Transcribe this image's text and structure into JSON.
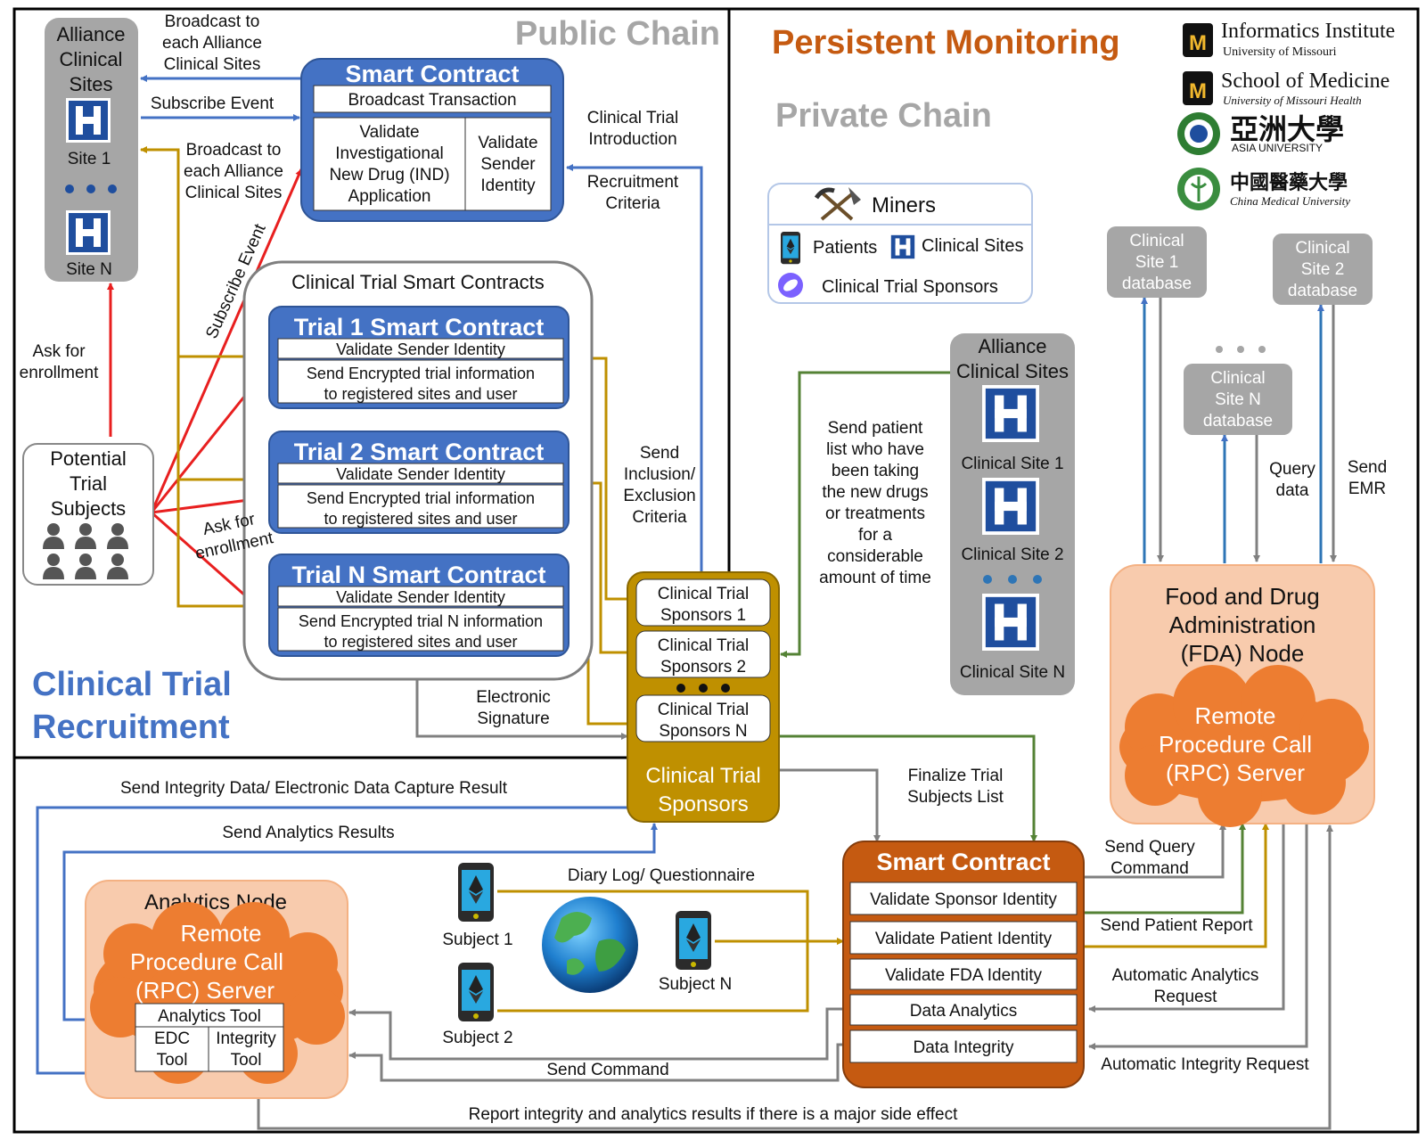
{
  "colors": {
    "blue": "#4472C4",
    "blue_dark": "#2F5597",
    "orange_title": "#C55A11",
    "red": "#E81F1F",
    "gold": "#BF9000",
    "green": "#548235",
    "grey_arrow": "#808080",
    "grey_box": "#A6A6A6",
    "salmon": "#F8CBAD",
    "orange_cloud": "#ED7D31",
    "smart_contract_orange": "#C55A11"
  },
  "regions": {
    "public_chain": "Public Chain",
    "persistent_monitoring": "Persistent Monitoring",
    "private_chain": "Private Chain",
    "recruitment_l1": "Clinical Trial",
    "recruitment_l2": "Recruitment"
  },
  "logos": {
    "mu_informatics": "Informatics Institute",
    "mu_informatics_sub": "University of Missouri",
    "mu_medicine": "School of Medicine",
    "mu_medicine_sub": "University of Missouri Health",
    "asia_cn": "亞洲大學",
    "asia_en": "ASIA UNIVERSITY",
    "cmu_cn": "中國醫藥大學",
    "cmu_en": "China Medical University"
  },
  "alliance_left": {
    "title": [
      "Alliance",
      "Clinical",
      "Sites"
    ],
    "site1": "Site 1",
    "siten": "Site N"
  },
  "potential": {
    "title": [
      "Potential",
      "Trial",
      "Subjects"
    ]
  },
  "smart_contract_top": {
    "title": "Smart Contract",
    "broadcast": "Broadcast Transaction",
    "validate_ind": [
      "Validate",
      "Investigational",
      "New Drug (IND)",
      "Application"
    ],
    "validate_sender": [
      "Validate",
      "Sender",
      "Identity"
    ]
  },
  "ct_contracts": {
    "title": "Clinical Trial Smart Contracts",
    "trials": [
      {
        "title": "Trial 1 Smart Contract",
        "validate": "Validate Sender Identity",
        "send": [
          "Send Encrypted trial information",
          "to registered sites and user"
        ]
      },
      {
        "title": "Trial 2 Smart Contract",
        "validate": "Validate Sender Identity",
        "send": [
          "Send Encrypted trial information",
          "to registered sites and user"
        ]
      },
      {
        "title": "Trial N Smart Contract",
        "validate": "Validate Sender Identity",
        "send": [
          "Send Encrypted trial N information",
          "to registered sites and user"
        ]
      }
    ]
  },
  "sponsors": {
    "items": [
      [
        "Clinical Trial",
        "Sponsors 1"
      ],
      [
        "Clinical Trial",
        "Sponsors 2"
      ],
      [
        "Clinical Trial",
        "Sponsors N"
      ]
    ],
    "title": [
      "Clinical Trial",
      "Sponsors"
    ]
  },
  "legend": {
    "miners": "Miners",
    "patients": "Patients",
    "clinical_sites": "Clinical Sites",
    "sponsors": "Clinical Trial Sponsors"
  },
  "alliance_right": {
    "title": [
      "Alliance",
      "Clinical Sites"
    ],
    "sites": [
      "Clinical Site 1",
      "Clinical Site 2",
      "Clinical Site N"
    ]
  },
  "databases": {
    "site1": [
      "Clinical",
      "Site 1",
      "database"
    ],
    "site2": [
      "Clinical",
      "Site 2",
      "database"
    ],
    "siten": [
      "Clinical",
      "Site N",
      "database"
    ]
  },
  "fda": {
    "title": [
      "Food and Drug",
      "Administration",
      "(FDA) Node"
    ],
    "rpc": [
      "Remote",
      "Procedure Call",
      "(RPC) Server"
    ]
  },
  "smart_contract_bottom": {
    "title": "Smart Contract",
    "rows": [
      "Validate  Sponsor Identity",
      "Validate  Patient Identity",
      "Validate  FDA Identity",
      "Data Analytics",
      "Data Integrity"
    ]
  },
  "analytics": {
    "title": "Analytics Node",
    "rpc": [
      "Remote",
      "Procedure Call",
      "(RPC) Server"
    ],
    "tool": "Analytics Tool",
    "edc": [
      "EDC",
      "Tool"
    ],
    "integrity": [
      "Integrity",
      "Tool"
    ]
  },
  "subjects": {
    "s1": "Subject 1",
    "s2": "Subject 2",
    "sn": "Subject N"
  },
  "labels": {
    "broadcast_top": [
      "Broadcast to",
      "each Alliance",
      "Clinical Sites"
    ],
    "subscribe_top": "Subscribe Event",
    "broadcast_mid": [
      "Broadcast to",
      "each Alliance",
      "Clinical Sites"
    ],
    "subscribe_diag": "Subscribe Event",
    "ask_enroll_left": [
      "Ask for",
      "enrollment"
    ],
    "ask_enroll_diag": [
      "Ask for",
      "enrollment"
    ],
    "ct_intro": [
      "Clinical Trial",
      "Introduction"
    ],
    "recruit_criteria": [
      "Recruitment",
      "Criteria"
    ],
    "incl_excl": [
      "Send",
      "Inclusion/",
      "Exclusion",
      "Criteria"
    ],
    "e_signature": [
      "Electronic",
      "Signature"
    ],
    "send_patient_list": [
      "Send patient",
      "list who have",
      "been taking",
      "the new drugs",
      "or treatments",
      "for a",
      "considerable",
      "amount of time"
    ],
    "finalize": [
      "Finalize Trial",
      "Subjects List"
    ],
    "query_data": [
      "Query",
      "data"
    ],
    "send_emr": [
      "Send",
      "EMR"
    ],
    "send_integrity": "Send Integrity Data/ Electronic Data Capture Result",
    "send_analytics": "Send Analytics Results",
    "diary": "Diary Log/ Questionnaire",
    "send_query_cmd": [
      "Send Query",
      "Command"
    ],
    "send_patient_report": "Send Patient Report",
    "auto_analytics": [
      "Automatic Analytics",
      "Request"
    ],
    "auto_integrity": "Automatic Integrity Request",
    "send_command": "Send Command",
    "report": "Report integrity and analytics results if there is a major side effect"
  }
}
